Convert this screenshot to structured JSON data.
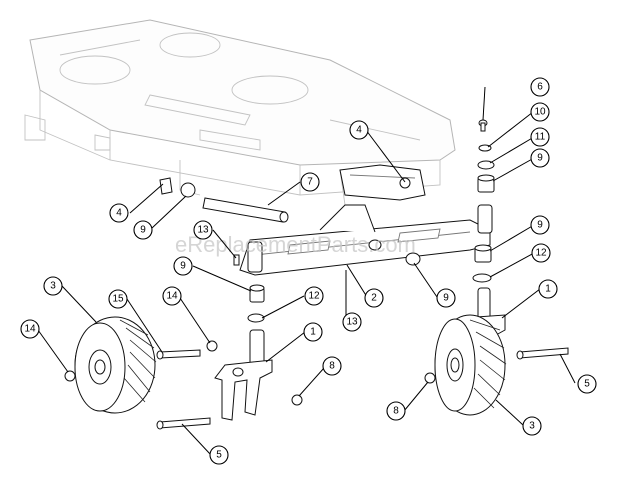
{
  "watermark": "eReplacementParts.com",
  "callouts": {
    "c1a": "1",
    "c1b": "1",
    "c2": "2",
    "c3a": "3",
    "c3b": "3",
    "c4a": "4",
    "c4b": "4",
    "c5a": "5",
    "c5b": "5",
    "c6": "6",
    "c7": "7",
    "c8a": "8",
    "c8b": "8",
    "c9a": "9",
    "c9b": "9",
    "c9c": "9",
    "c9d": "9",
    "c9e": "9",
    "c10": "10",
    "c11": "11",
    "c12a": "12",
    "c12b": "12",
    "c13a": "13",
    "c13b": "13",
    "c14a": "14",
    "c14b": "14",
    "c15": "15"
  }
}
